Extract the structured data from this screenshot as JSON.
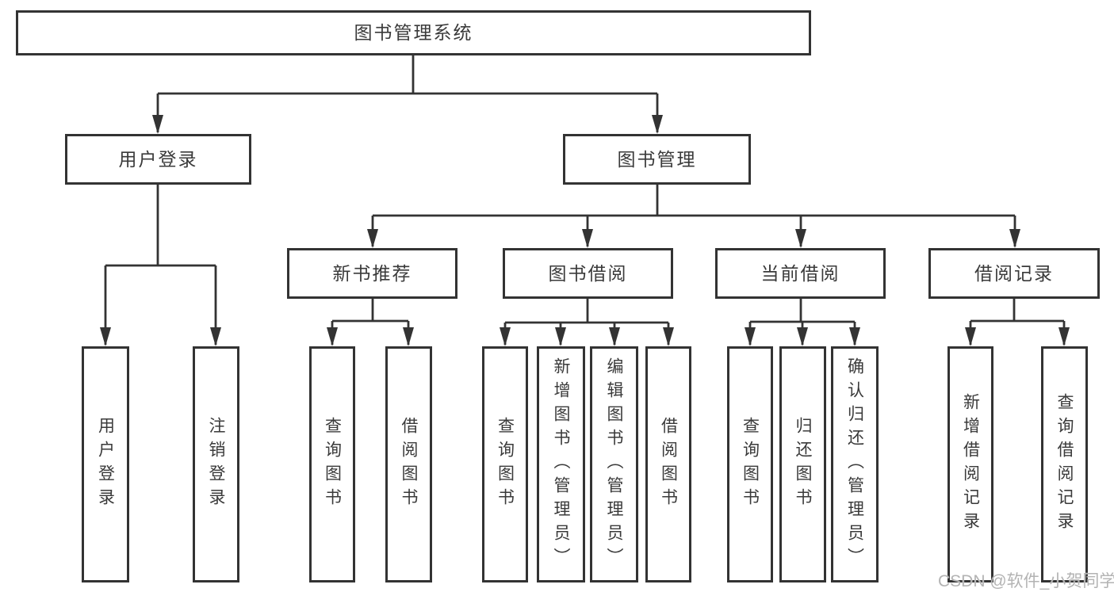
{
  "diagram": {
    "type": "function-tree",
    "colors": {
      "line": "#333333",
      "box_border": "#333333",
      "box_background": "#ffffff",
      "text": "#3a3a3a",
      "watermark_text": "#b3b3b3"
    },
    "tree": {
      "label": "图书管理系统",
      "children": [
        {
          "label": "用户登录",
          "children": [
            {
              "label": "用户登录"
            },
            {
              "label": "注销登录"
            }
          ]
        },
        {
          "label": "图书管理",
          "children": [
            {
              "label": "新书推荐",
              "children": [
                {
                  "label": "查询图书"
                },
                {
                  "label": "借阅图书"
                }
              ]
            },
            {
              "label": "图书借阅",
              "children": [
                {
                  "label": "查询图书"
                },
                {
                  "label": "新增图书（管理员）"
                },
                {
                  "label": "编辑图书（管理员）"
                },
                {
                  "label": "借阅图书"
                }
              ]
            },
            {
              "label": "当前借阅",
              "children": [
                {
                  "label": "查询图书"
                },
                {
                  "label": "归还图书"
                },
                {
                  "label": "确认归还（管理员）"
                }
              ]
            },
            {
              "label": "借阅记录",
              "children": [
                {
                  "label": "新增借阅记录"
                },
                {
                  "label": "查询借阅记录"
                }
              ]
            }
          ]
        }
      ]
    },
    "watermark": "CSDN @软件_小贺同学"
  }
}
